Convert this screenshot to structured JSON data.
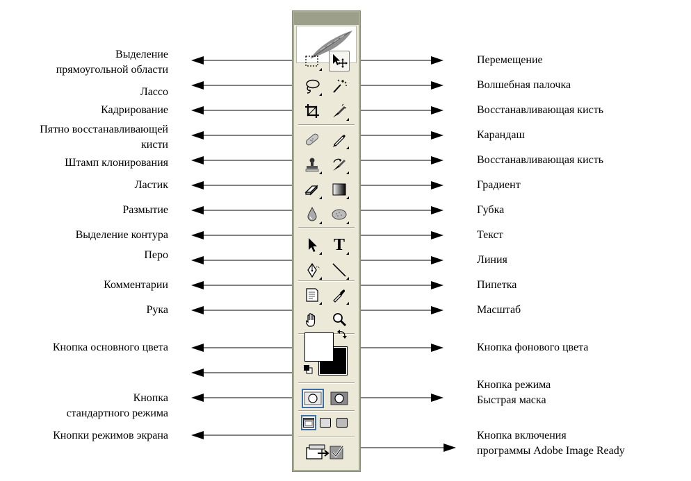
{
  "labels_left": [
    {
      "id": "rect-marquee",
      "lines": [
        "Выделение",
        "прямоугольной области"
      ]
    },
    {
      "id": "lasso",
      "lines": [
        "Лассо"
      ]
    },
    {
      "id": "crop",
      "lines": [
        "Кадрирование"
      ]
    },
    {
      "id": "spot-healing",
      "lines": [
        "Пятно восстанавливающей",
        "кисти"
      ]
    },
    {
      "id": "clone-stamp",
      "lines": [
        "Штамп клонирования"
      ]
    },
    {
      "id": "eraser",
      "lines": [
        "Ластик"
      ]
    },
    {
      "id": "blur",
      "lines": [
        "Размытие"
      ]
    },
    {
      "id": "path-selection",
      "lines": [
        "Выделение контура"
      ]
    },
    {
      "id": "pen",
      "lines": [
        "Перо"
      ]
    },
    {
      "id": "notes",
      "lines": [
        "Комментарии"
      ]
    },
    {
      "id": "hand",
      "lines": [
        "Рука"
      ]
    },
    {
      "id": "foreground-color",
      "lines": [
        "Кнопка основного цвета"
      ]
    },
    {
      "id": "standard-mode",
      "lines": [
        "Кнопка",
        "стандартного режима"
      ]
    },
    {
      "id": "screen-modes",
      "lines": [
        "Кнопки режимов экрана"
      ]
    }
  ],
  "labels_right": [
    {
      "id": "move",
      "lines": [
        "Перемещение"
      ]
    },
    {
      "id": "magic-wand",
      "lines": [
        "Волшебная палочка"
      ]
    },
    {
      "id": "healing-brush",
      "lines": [
        "Восстанавливающая кисть"
      ]
    },
    {
      "id": "pencil",
      "lines": [
        "Карандаш"
      ]
    },
    {
      "id": "history-brush",
      "lines": [
        "Восстанавливающая кисть"
      ]
    },
    {
      "id": "gradient",
      "lines": [
        "Градиент"
      ]
    },
    {
      "id": "sponge",
      "lines": [
        "Губка"
      ]
    },
    {
      "id": "text",
      "lines": [
        "Текст"
      ]
    },
    {
      "id": "line",
      "lines": [
        "Линия"
      ]
    },
    {
      "id": "eyedropper",
      "lines": [
        "Пипетка"
      ]
    },
    {
      "id": "zoom",
      "lines": [
        "Масштаб"
      ]
    },
    {
      "id": "background-color",
      "lines": [
        "Кнопка фонового цвета"
      ]
    },
    {
      "id": "quick-mask",
      "lines": [
        "Кнопка режима",
        "Быстрая маска"
      ]
    },
    {
      "id": "image-ready",
      "lines": [
        "Кнопка включения",
        "программы Adobe Image Ready"
      ]
    }
  ],
  "toolbox": {
    "text_tool_glyph": "T",
    "colors": {
      "panel": "#ece9d8",
      "foreground": "#ffffff",
      "background": "#000000"
    },
    "icons": [
      "rectangular-marquee-icon",
      "move-icon",
      "lasso-icon",
      "magic-wand-icon",
      "crop-icon",
      "healing-brush-icon",
      "spot-healing-icon",
      "pencil-icon",
      "clone-stamp-icon",
      "history-brush-icon",
      "eraser-icon",
      "gradient-icon",
      "blur-icon",
      "sponge-icon",
      "path-selection-icon",
      "text-icon",
      "pen-icon",
      "line-icon",
      "notes-icon",
      "eyedropper-icon",
      "hand-icon",
      "zoom-icon"
    ]
  }
}
